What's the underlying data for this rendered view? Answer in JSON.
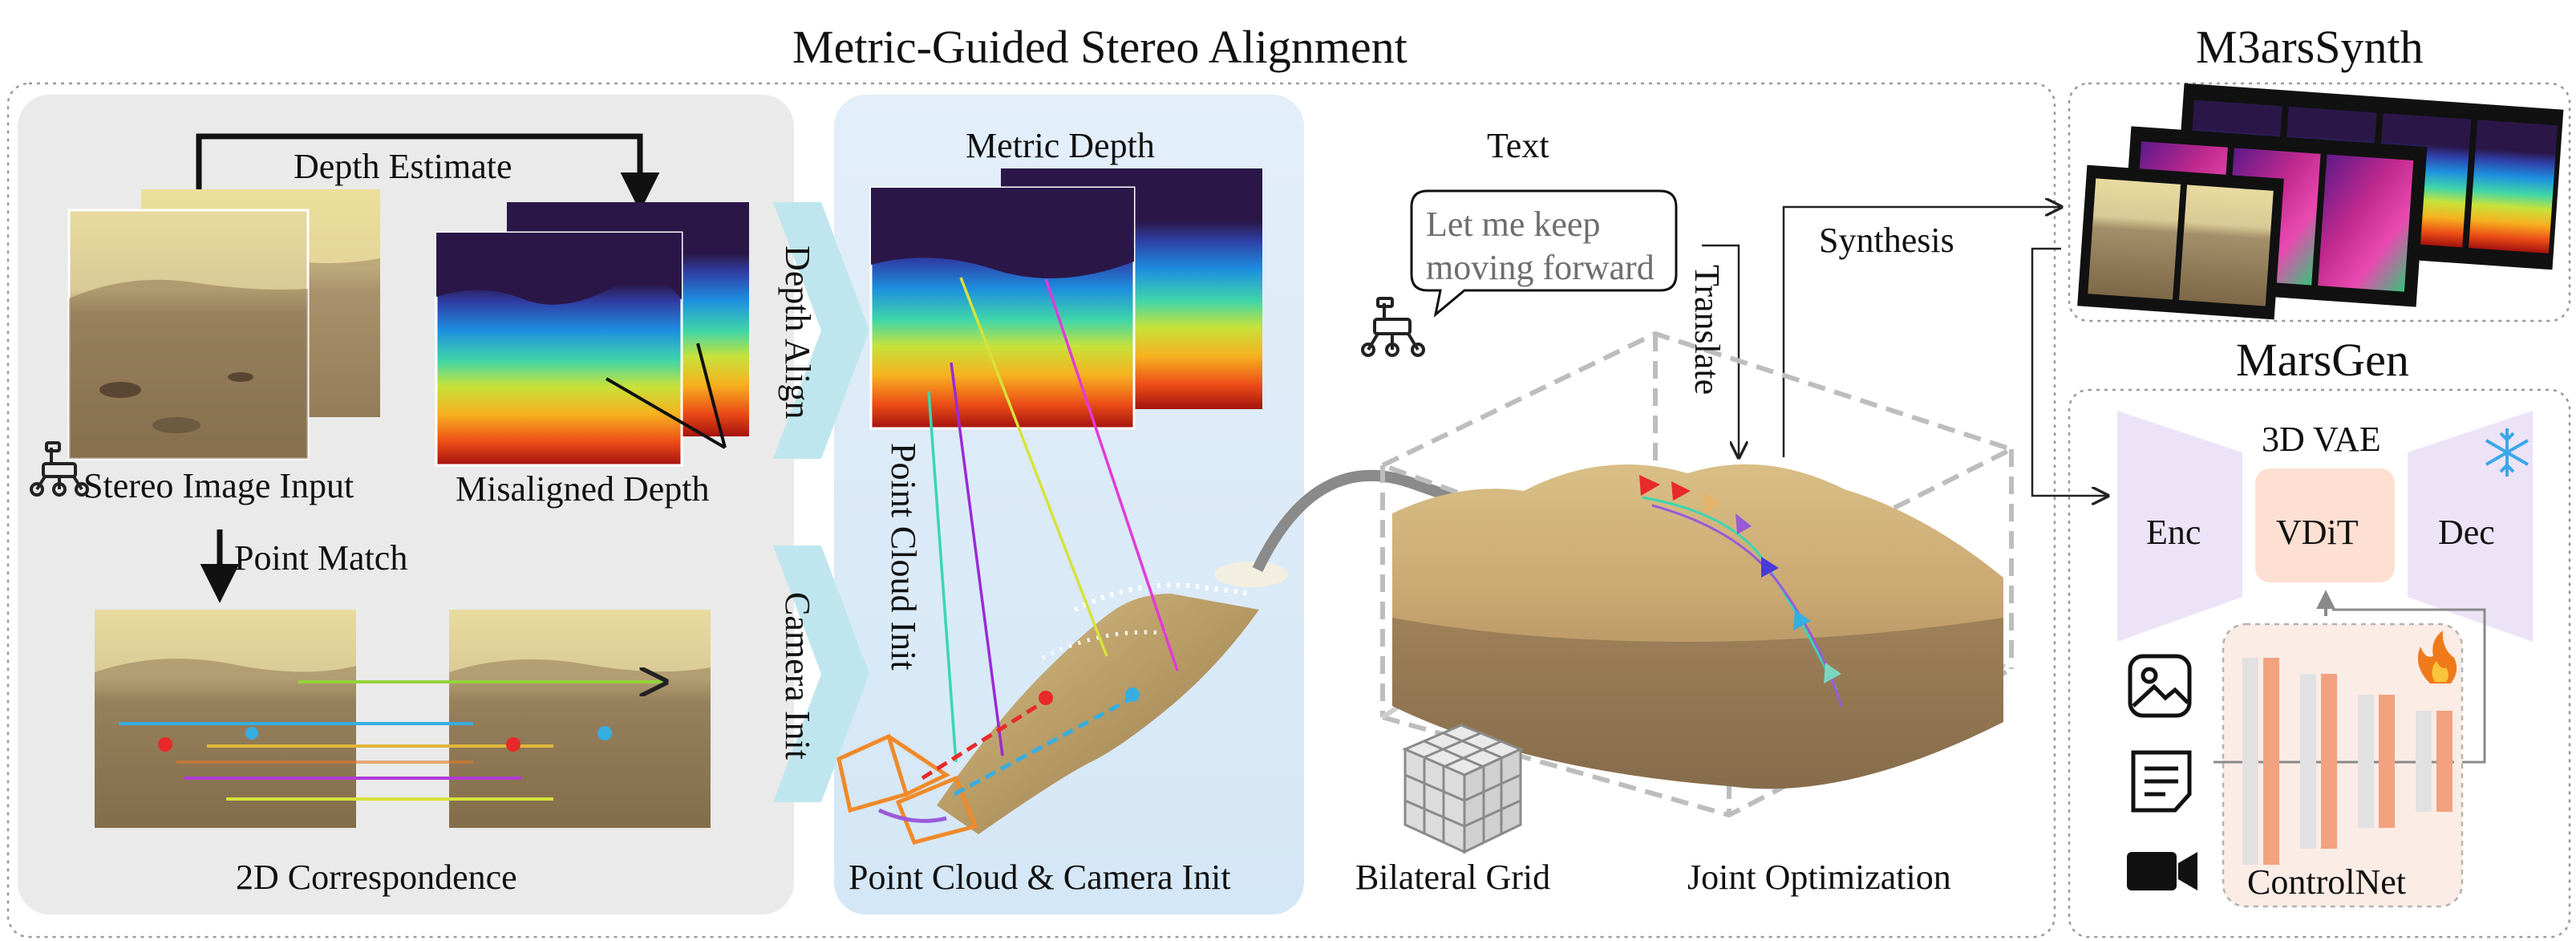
{
  "titles": {
    "main": "Metric-Guided Stereo Alignment",
    "synth": "M3arsSynth",
    "gen": "MarsGen"
  },
  "stereo": {
    "depth_estimate": "Depth Estimate",
    "stereo_input": "Stereo Image Input",
    "misaligned_depth": "Misaligned Depth",
    "point_match": "Point Match",
    "correspondence": "2D Correspondence"
  },
  "arrows": {
    "depth_align": "Depth Align",
    "camera_init": "Camera Init"
  },
  "middle": {
    "metric_depth": "Metric Depth",
    "point_cloud_init": "Point Cloud Init",
    "caption": "Point Cloud & Camera Init"
  },
  "right": {
    "text_label": "Text",
    "speech": [
      "Let me keep",
      "moving forward"
    ],
    "translate": "Translate",
    "synthesis": "Synthesis",
    "bilateral_grid": "Bilateral Grid",
    "joint_optimization": "Joint  Optimization"
  },
  "marsgen": {
    "vae": "3D VAE",
    "enc": "Enc",
    "vdit": "VDiT",
    "dec": "Dec",
    "controlnet": "ControlNet"
  },
  "colors": {
    "gray_panel": "#eaeaea",
    "blue_panel": "#dcebf8",
    "arrow_teal": "#bfe6ee",
    "vae_purple": "#ece3f7",
    "vdit_peach": "#fde0d2",
    "control_panel": "#fbece6",
    "bar_orange": "#f2a27f",
    "bar_gray": "#e1e1e1"
  },
  "icons": [
    "rover-icon",
    "image-icon",
    "text-doc-icon",
    "video-camera-icon",
    "snowflake-icon",
    "fire-icon",
    "cube-grid-icon",
    "camera-frustum-icon"
  ]
}
